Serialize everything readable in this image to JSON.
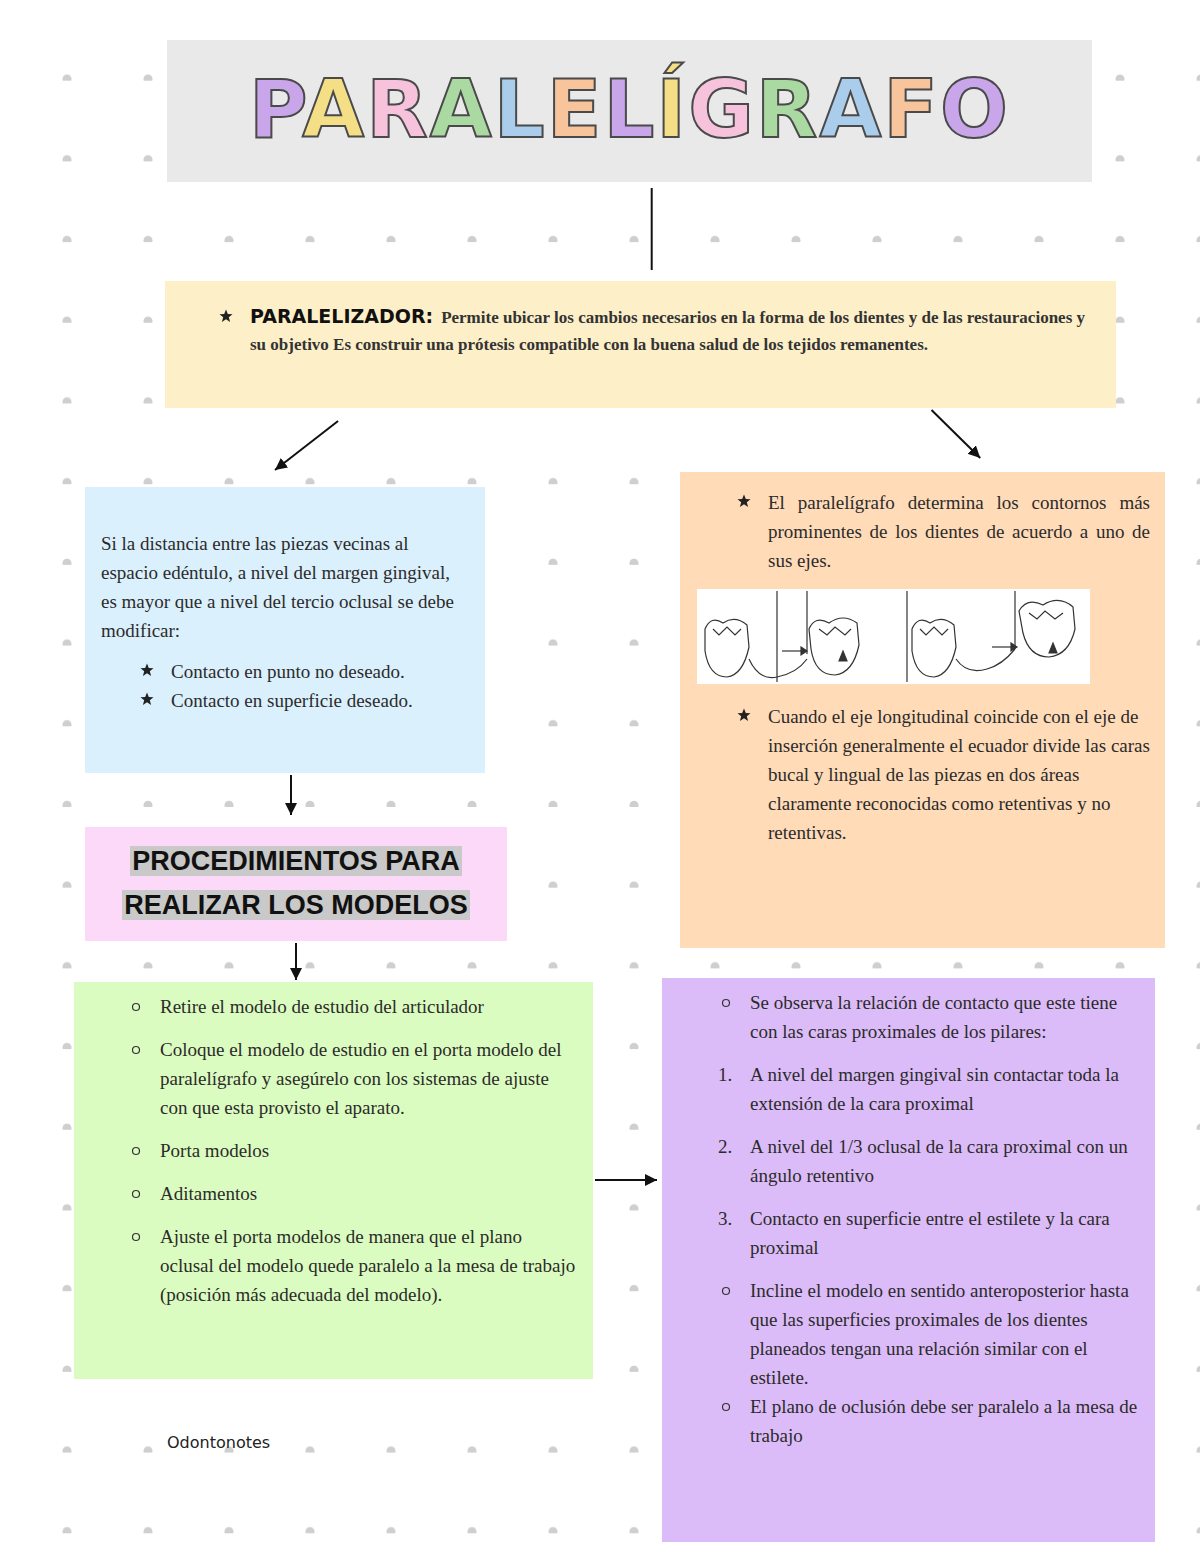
{
  "diagram": {
    "nodes": [
      {
        "text": [
          "PARALELÍGRAFO"
        ]
      },
      {
        "text": [
          "PARALELIZADOR:",
          "Permite ubicar los cambios necesarios en la forma de los dientes y de las restauraciones y su objetivo Es construir una prótesis compatible con la buena salud de los tejidos remanentes."
        ]
      },
      {
        "text": [
          "Si la distancia entre las piezas vecinas al espacio edéntulo, a nivel del margen gingival, es mayor que a nivel del tercio oclusal se debe modificar:",
          "Contacto en punto no deseado.",
          "Contacto en superficie deseado."
        ]
      },
      {
        "text": [
          "El paralelígrafo determina los contornos más prominentes de los dientes de acuerdo a uno de sus ejes.",
          "Cuando el eje longitudinal coincide con el eje de inserción generalmente el ecuador divide las caras bucal y lingual de las piezas en dos áreas claramente reconocidas como retentivas y no retentivas."
        ]
      },
      {
        "text": [
          "PROCEDIMIENTOS PARA REALIZAR LOS MODELOS"
        ]
      },
      {
        "text": [
          "Retire el modelo de estudio del articulador",
          "Coloque el modelo de estudio en el porta modelo del paralelígrafo y asegúrelo con los sistemas de ajuste con que esta provisto el aparato.",
          "Porta modelos",
          "Aditamentos",
          "Ajuste el porta modelos de manera que el plano oclusal del modelo quede paralelo a la mesa de trabajo (posición más adecuada del modelo)."
        ]
      },
      {
        "text": [
          "Se observa la relación de contacto que este tiene con las caras proximales de los pilares:",
          "1.",
          "A nivel del margen gingival sin contactar toda la extensión de la cara proximal",
          "2.",
          "A nivel del 1/3 oclusal de la cara proximal con un ángulo retentivo",
          "3.",
          "Contacto en superficie entre el estilete y la cara proximal",
          "Incline el modelo en sentido anteroposterior hasta que las superficies proximales de los dientes planeados tengan una relación similar con el estilete.",
          "El plano de oclusión debe ser paralelo a la mesa de trabajo"
        ]
      }
    ],
    "edges": [
      {
        "from": 0,
        "to": 1,
        "arrow": "none"
      },
      {
        "from": 1,
        "to": 2,
        "arrow": "to"
      },
      {
        "from": 1,
        "to": 3,
        "arrow": "to"
      },
      {
        "from": 2,
        "to": 4,
        "arrow": "to"
      },
      {
        "from": 4,
        "to": 5,
        "arrow": "to"
      },
      {
        "from": 5,
        "to": 6,
        "arrow": "to"
      }
    ],
    "labels": [
      "Odontonotes"
    ]
  }
}
